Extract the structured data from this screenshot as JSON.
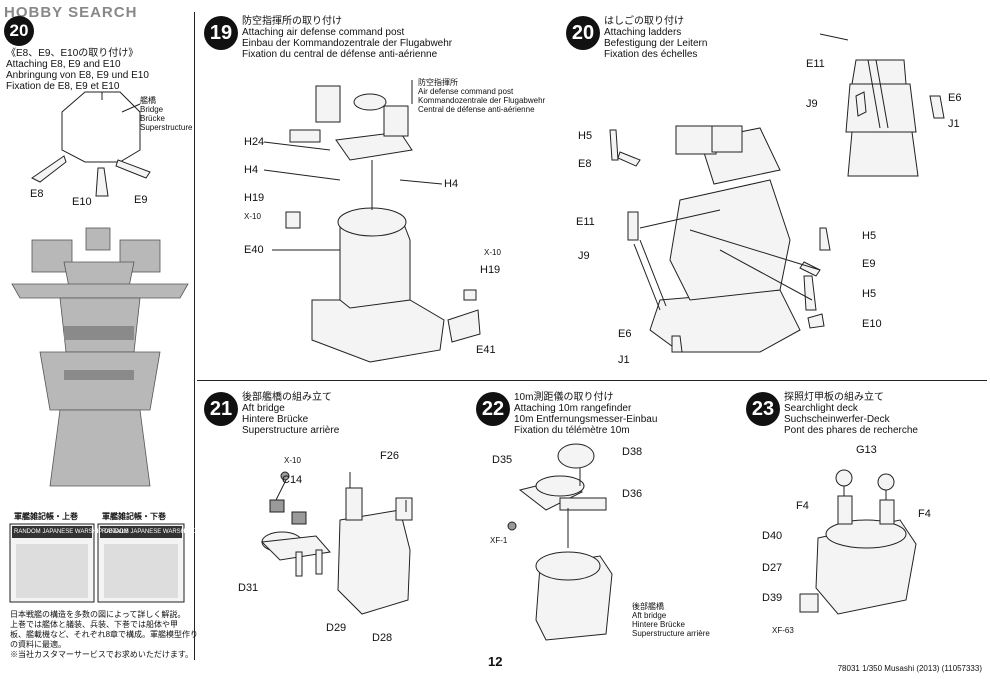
{
  "watermark": "HOBBY SEARCH",
  "step20": {
    "number": "20",
    "title_jp": "《E8、E9、E10の取り付け》",
    "title_en": "Attaching E8, E9 and E10",
    "title_de": "Anbringung von E8, E9 und E10",
    "title_fr": "Fixation de E8, E9 et E10",
    "bridge_jp": "艦橋",
    "bridge_en": "Bridge",
    "bridge_de": "Brücke",
    "bridge_fr": "Superstructure",
    "labels": [
      "E8",
      "E10",
      "E9"
    ]
  },
  "book": {
    "title_jp": "軍艦雑記帳・上巻",
    "title2_jp": "軍艦雑記帳・下巻",
    "cover_text": "RANDOM JAPANESE WARSHIP DETAILS",
    "body_jp": [
      "日本戦艦の構造を多数の図によって詳しく解説。",
      "上巻では艦体と艤装、兵装、下巻では船体や甲",
      "板、艦載機など、それぞれ8章で構成。軍艦模型作り",
      "の資料に最適。",
      "※当社カスタマーサービスでお求めいただけます。"
    ]
  },
  "step19": {
    "number": "19",
    "title_jp": "防空指揮所の取り付け",
    "title_en": "Attaching air defense command post",
    "title_de": "Einbau der Kommandozentrale der Flugabwehr",
    "title_fr": "Fixation du central de défense anti-aérienne",
    "callout_jp": "防空指揮所",
    "callout_en": "Air defense command post",
    "callout_de": "Kommandozentrale der Flugabwehr",
    "callout_fr": "Central de défense anti-aérienne",
    "labels": {
      "h24": "H24",
      "h4a": "H4",
      "h4b": "H4",
      "h19a": "H19",
      "x10a": "X-10",
      "e40": "E40",
      "x10b": "X-10",
      "h19b": "H19",
      "e41": "E41"
    }
  },
  "step20b": {
    "number": "20",
    "title_jp": "はしごの取り付け",
    "title_en": "Attaching ladders",
    "title_de": "Befestigung der Leitern",
    "title_fr": "Fixation des échelles",
    "labels": {
      "h5a": "H5",
      "e8": "E8",
      "e11": "E11",
      "j9": "J9",
      "e6": "E6",
      "j1": "J1",
      "h5b": "H5",
      "e9": "E9",
      "h5c": "H5",
      "e10": "E10"
    },
    "inset_labels": {
      "e11": "E11",
      "j9": "J9",
      "e6": "E6",
      "j1": "J1"
    }
  },
  "step21": {
    "number": "21",
    "title_jp": "後部艦橋の組み立て",
    "title_en": "Aft bridge",
    "title_de": "Hintere Brücke",
    "title_fr": "Superstructure arrière",
    "labels": {
      "x10": "X-10",
      "c14": "C14",
      "f26": "F26",
      "d31": "D31",
      "d29": "D29",
      "d28": "D28"
    }
  },
  "step22": {
    "number": "22",
    "title_jp": "10m測距儀の取り付け",
    "title_en": "Attaching 10m rangefinder",
    "title_de": "10m Entfernungsmesser-Einbau",
    "title_fr": "Fixation du télémètre 10m",
    "labels": {
      "d35": "D35",
      "d38": "D38",
      "d36": "D36",
      "xf1": "XF-1"
    },
    "callout_jp": "後部艦橋",
    "callout_en": "Aft bridge",
    "callout_de": "Hintere Brücke",
    "callout_fr": "Superstructure arrière"
  },
  "step23": {
    "number": "23",
    "title_jp": "探照灯甲板の組み立て",
    "title_en": "Searchlight deck",
    "title_de": "Suchscheinwerfer-Deck",
    "title_fr": "Pont des phares de recherche",
    "labels": {
      "g13": "G13",
      "f4a": "F4",
      "f4b": "F4",
      "d40": "D40",
      "d27": "D27",
      "d39": "D39",
      "xf63": "XF-63"
    }
  },
  "footer": {
    "page": "12",
    "code": "78031  1/350 Musashi (2013) (11057333)"
  }
}
